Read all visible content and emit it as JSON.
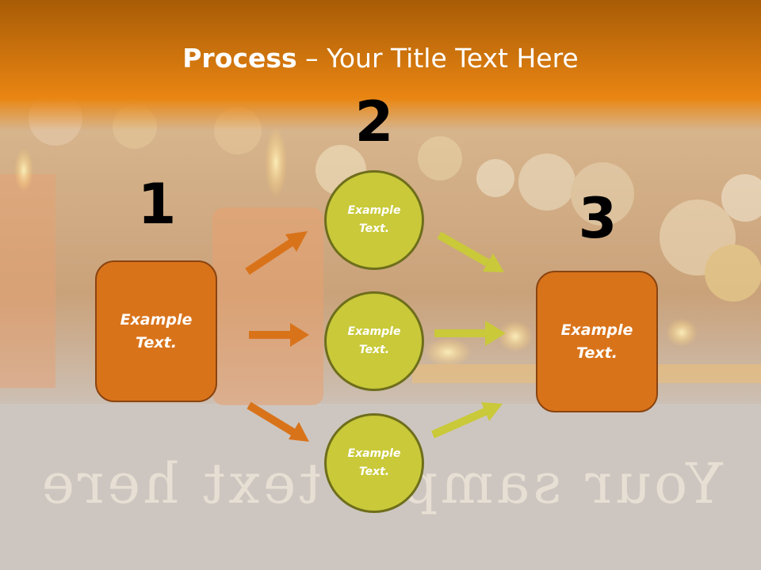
{
  "title": {
    "bold": "Process",
    "rest": " – Your Title Text Here"
  },
  "steps": {
    "one": {
      "number": "1",
      "label_line1": "Example",
      "label_line2": "Text."
    },
    "two": {
      "number": "2"
    },
    "three": {
      "number": "3",
      "label_line1": "Example",
      "label_line2": "Text."
    }
  },
  "circles": [
    {
      "line1": "Example",
      "line2": "Text."
    },
    {
      "line1": "Example",
      "line2": "Text."
    },
    {
      "line1": "Example",
      "line2": "Text."
    }
  ],
  "background_text": "Your sample text here",
  "colors": {
    "orange": "#d9731a",
    "lime": "#c9c93a",
    "header": "#e07810"
  }
}
